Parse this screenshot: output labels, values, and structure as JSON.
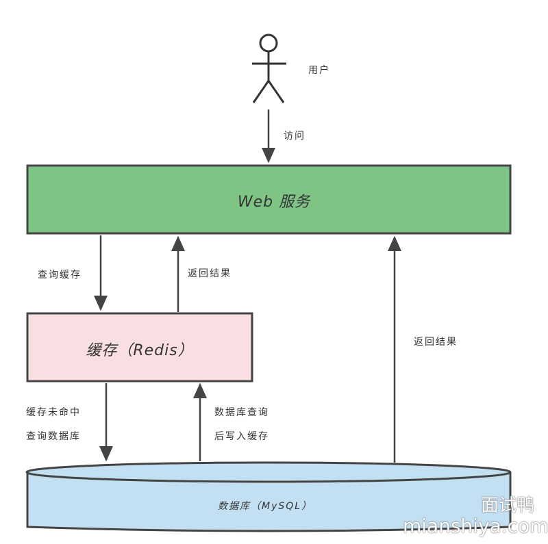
{
  "user": {
    "label": "用户"
  },
  "arrows": {
    "visit": "访问",
    "query_cache": "查询缓存",
    "return_result_1": "返回结果",
    "cache_miss_line1": "缓存未命中",
    "cache_miss_line2": "查询数据库",
    "write_back_line1": "数据库查询",
    "write_back_line2": "后写入缓存",
    "return_result_2": "返回结果"
  },
  "web": {
    "label": "Web 服务",
    "color": "#7ec585"
  },
  "cache": {
    "label": "缓存（Redis）",
    "color": "#f9dfe1"
  },
  "db": {
    "label": "数据库（MySQL）",
    "color": "#c3dff2"
  },
  "watermark": {
    "cn": "面试鸭",
    "url": "mianshiya.com"
  }
}
